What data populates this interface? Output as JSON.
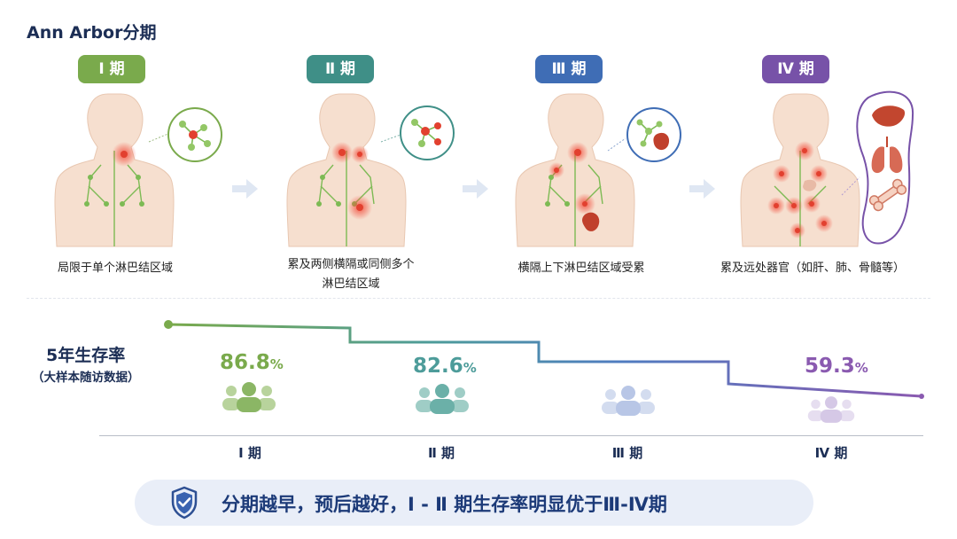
{
  "title": "Ann Arbor分期",
  "stages": [
    {
      "badge": "Ⅰ 期",
      "color": "#7aaa4c",
      "description": [
        "局限于单个淋巴结区域"
      ]
    },
    {
      "badge": "Ⅱ 期",
      "color": "#3f8f87",
      "description": [
        "累及两侧横隔或同侧多个",
        "淋巴结区域"
      ]
    },
    {
      "badge": "Ⅲ 期",
      "color": "#3f6db5",
      "description": [
        "横隔上下淋巴结区域受累"
      ]
    },
    {
      "badge": "Ⅳ 期",
      "color": "#7752a8",
      "description": [
        "累及远处器官（如肝、肺、骨髓等）"
      ]
    }
  ],
  "survival": {
    "title": "5年生存率",
    "subtitle": "（大样本随访数据）",
    "unit": "%",
    "values": [
      {
        "stage": "Ⅰ 期",
        "value": "86.8"
      },
      {
        "stage": "Ⅱ 期",
        "value": "82.6"
      },
      {
        "stage": "Ⅲ 期",
        "value": null
      },
      {
        "stage": "Ⅳ 期",
        "value": "59.3"
      }
    ],
    "line_colors": [
      "#7aaa4c",
      "#4d9c9a",
      "#7752a8"
    ]
  },
  "axis_labels": [
    "Ⅰ 期",
    "Ⅱ 期",
    "Ⅲ 期",
    "Ⅳ 期"
  ],
  "conclusion": "分期越早，预后越好，Ⅰ - Ⅱ 期生存率明显优于Ⅲ-Ⅳ期",
  "icons": [
    "shield-check-icon",
    "people-group-icon",
    "lymph-node-cluster-icon",
    "liver-icon",
    "lungs-icon",
    "bone-icon",
    "kidney-icon",
    "arrow-right-icon"
  ]
}
